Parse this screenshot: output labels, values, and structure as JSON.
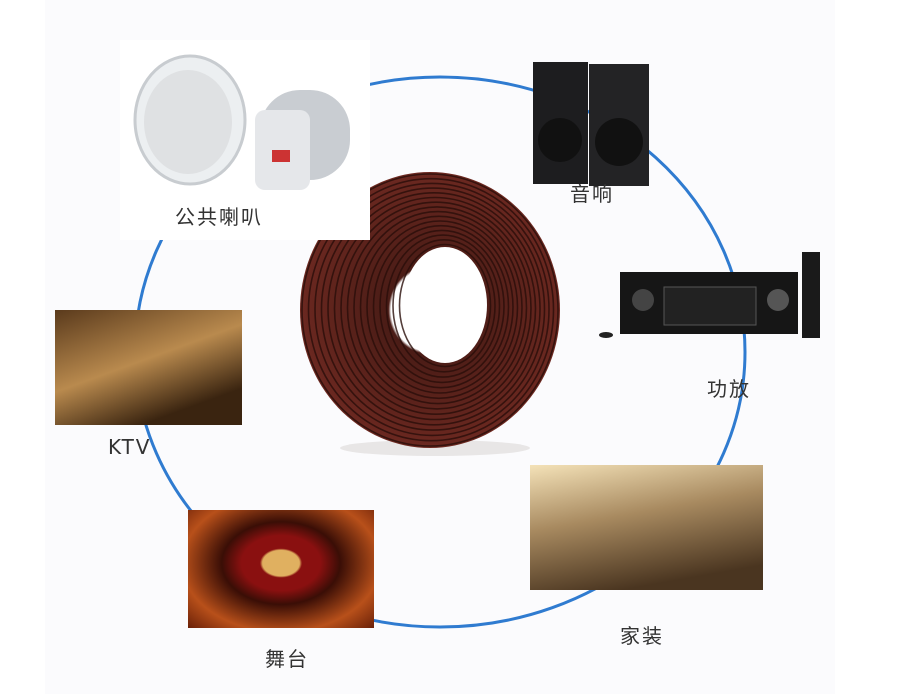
{
  "title": "Speaker cable applications",
  "center_item": "speaker-cable-coil",
  "applications": [
    {
      "label": "公共喇叭",
      "image": "ceiling-speakers"
    },
    {
      "label": "音响",
      "image": "loudspeaker-pair"
    },
    {
      "label": "功放",
      "image": "av-amplifier"
    },
    {
      "label": "家装",
      "image": "home-living-room"
    },
    {
      "label": "舞台",
      "image": "theater-stage"
    },
    {
      "label": "KTV",
      "image": "ktv-room"
    }
  ],
  "colors": {
    "ring": "#2f7bd0",
    "cable_dark": "#3a1a14",
    "cable_red": "#7a2a22",
    "text": "#333333"
  }
}
